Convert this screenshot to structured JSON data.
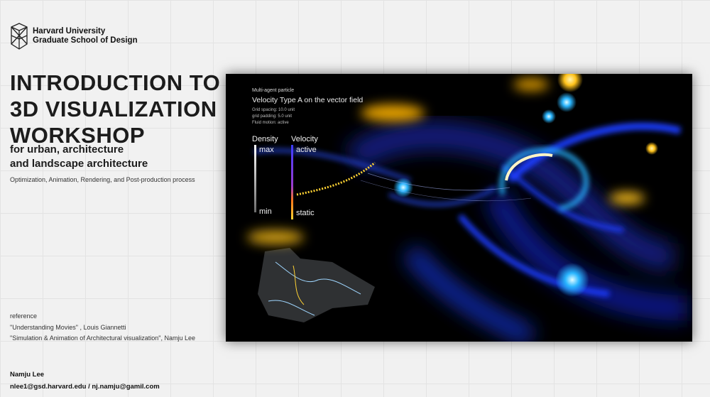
{
  "header": {
    "logo_line1": "Harvard University",
    "logo_line2": "Graduate School of Design",
    "logo_icon": "gsd-shield-icon"
  },
  "title": {
    "line1": "INTRODUCTION TO",
    "line2": "3D VISUALIZATION",
    "line3": "WORKSHOP"
  },
  "subtitle": {
    "line1": "for urban, architecture",
    "line2": "and landscape architecture"
  },
  "process": "Optimization, Animation, Rendering,  and Post-production process",
  "references": {
    "label": "reference",
    "items": [
      "\"Understanding Movies\" , Louis Giannetti",
      "\"Simulation & Animation of Architectural visualization\", Namju Lee"
    ]
  },
  "author": {
    "name": "Namju Lee",
    "contact": "nlee1@gsd.harvard.edu / nj.namju@gamil.com"
  },
  "video_overlay": {
    "caption_small": "Multi-agent particle",
    "caption": "Velocity Type A on the vector field",
    "params": [
      "Grid spacing: 10.0 unit",
      "grid padding: 5.0 unit",
      "Fluid motion: active"
    ],
    "density_label": "Density",
    "density_max": "max",
    "density_min": "min",
    "velocity_label": "Velocity",
    "velocity_active": "active",
    "velocity_static": "static"
  },
  "colors": {
    "background": "#f1f1f1",
    "video_background": "#000000",
    "particle_blue": "#1e3cff",
    "particle_cyan": "#2ab6ff",
    "particle_yellow": "#ffc21a"
  }
}
